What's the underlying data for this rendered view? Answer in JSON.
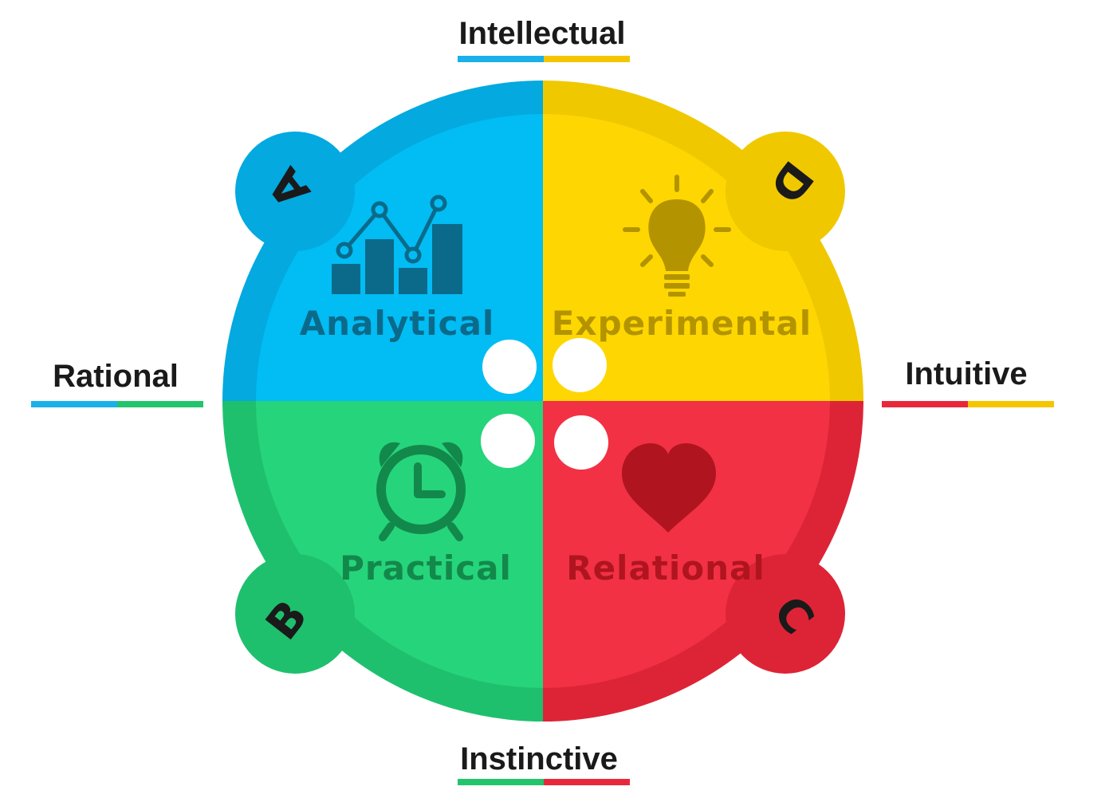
{
  "axes": {
    "top": {
      "label": "Intellectual",
      "colors": [
        "#1ab0ea",
        "#f5c600"
      ]
    },
    "bottom": {
      "label": "Instinctive",
      "colors": [
        "#22c46c",
        "#e8283a"
      ]
    },
    "left": {
      "label": "Rational",
      "colors": [
        "#1ab0ea",
        "#22c46c"
      ]
    },
    "right": {
      "label": "Intuitive",
      "colors": [
        "#e8283a",
        "#f5c600"
      ]
    }
  },
  "quadrants": [
    {
      "id": "A",
      "letter": "A",
      "label": "Analytical",
      "icon": "bar-chart-icon",
      "color": "#02bcf4",
      "outer": "#03a9df",
      "ink": "#0b6a8a"
    },
    {
      "id": "B",
      "letter": "B",
      "label": "Practical",
      "icon": "alarm-clock-icon",
      "color": "#26d47c",
      "outer": "#1fc06d",
      "ink": "#12894a"
    },
    {
      "id": "C",
      "letter": "C",
      "label": "Relational",
      "icon": "heart-icon",
      "color": "#f23145",
      "outer": "#dd2436",
      "ink": "#b0151f"
    },
    {
      "id": "D",
      "letter": "D",
      "label": "Experimental",
      "icon": "lightbulb-icon",
      "color": "#fed602",
      "outer": "#f0c800",
      "ink": "#b39400"
    }
  ]
}
